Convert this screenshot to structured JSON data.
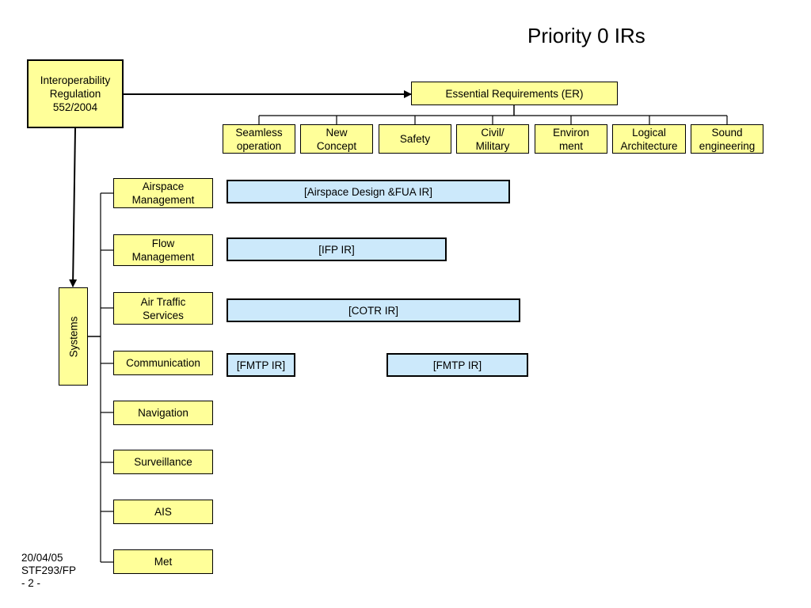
{
  "title": "Priority 0 IRs",
  "regulation": "Interoperability\nRegulation\n552/2004",
  "essential_requirements": {
    "label": "Essential Requirements (ER)",
    "items": [
      "Seamless\noperation",
      "New\nConcept",
      "Safety",
      "Civil/\nMilitary",
      "Environ\nment",
      "Logical\nArchitecture",
      "Sound\nengineering"
    ]
  },
  "systems": {
    "label": "Systems",
    "items": [
      "Airspace\nManagement",
      "Flow\nManagement",
      "Air Traffic\nServices",
      "Communication",
      "Navigation",
      "Surveillance",
      "AIS",
      "Met"
    ]
  },
  "irs": [
    "[Airspace Design &FUA IR]",
    "[IFP IR]",
    "[COTR IR]",
    "[FMTP IR]",
    "[FMTP IR]"
  ],
  "footer": {
    "date": "20/04/05",
    "ref": "STF293/FP",
    "page": "- 2 -"
  },
  "colors": {
    "yellow_box": "#ffff99",
    "blue_box": "#cce9fb",
    "lines": "#000000"
  }
}
